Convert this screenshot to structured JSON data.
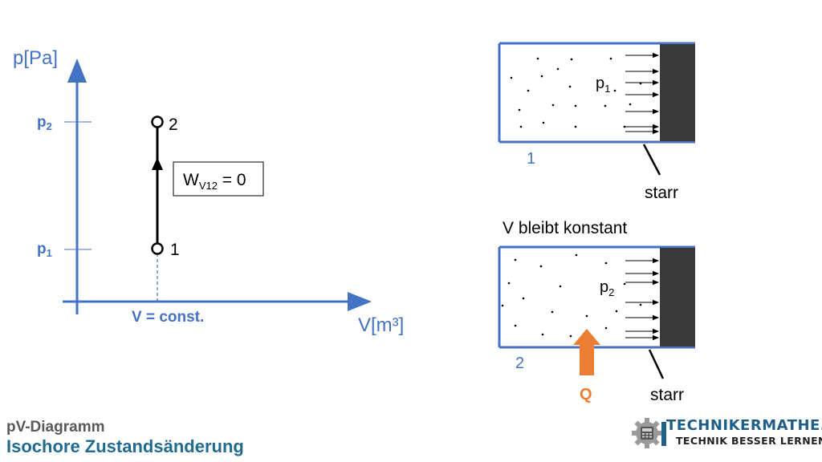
{
  "diagram": {
    "axis_y_label": "p[Pa]",
    "axis_x_label": "V[m³]",
    "p2_label": "p",
    "p2_sub": "2",
    "p1_label": "p",
    "p1_sub": "1",
    "state2_label": "2",
    "state1_label": "1",
    "work_label_main": "W",
    "work_label_sub": "V12",
    "work_label_tail": " = 0",
    "v_const_label": "V = const."
  },
  "cylinder_top": {
    "pressure_label": "p",
    "pressure_sub": "1",
    "state_label": "1",
    "piston_label": "starr"
  },
  "middle_caption": "V bleibt konstant",
  "cylinder_bottom": {
    "pressure_label": "p",
    "pressure_sub": "2",
    "state_label": "2",
    "piston_label": "starr",
    "heat_label": "Q"
  },
  "footer": {
    "subtitle": "pV-Diagramm",
    "title": "Isochore Zustandsänderung"
  },
  "logo": {
    "name": "TECHNIKERMATHE.DE",
    "slogan": "TECHNIK BESSER LERNEN"
  },
  "colors": {
    "axis_blue": "#4472c4",
    "heat_orange": "#ed7d31",
    "piston_dark": "#3a3a3a",
    "title_teal": "#1f6b8f",
    "subtitle_gray": "#595959"
  }
}
